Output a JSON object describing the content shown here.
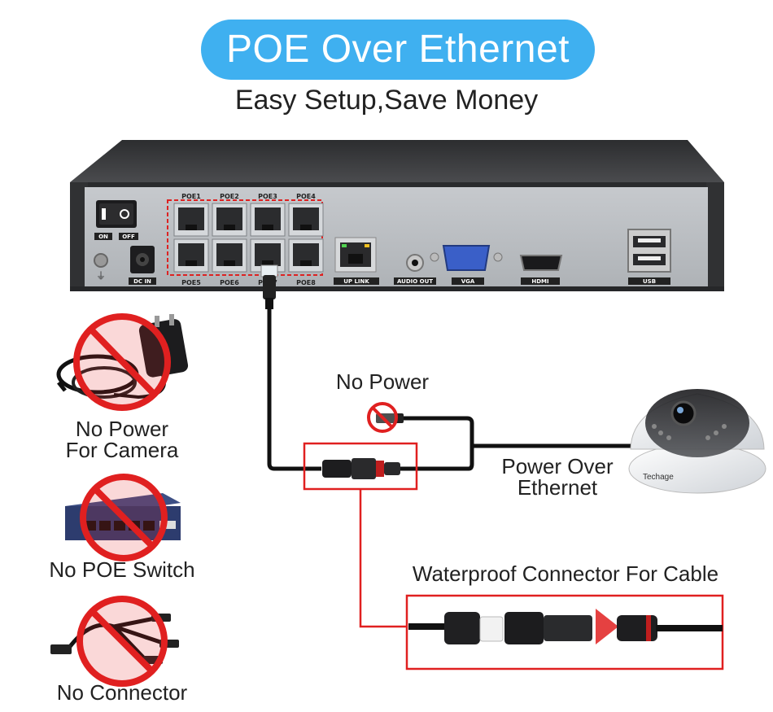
{
  "header": {
    "title": "POE Over Ethernet",
    "subtitle": "Easy Setup,Save Money"
  },
  "nvr": {
    "power_on": "ON",
    "power_off": "OFF",
    "dc_in": "DC IN",
    "ports_top": [
      "POE1",
      "POE2",
      "POE3",
      "POE4"
    ],
    "ports_bottom": [
      "POE5",
      "POE6",
      "POE7",
      "POE8"
    ],
    "uplink": "UP LINK",
    "audio_out": "AUDIO OUT",
    "vga": "VGA",
    "hdmi": "HDMI",
    "usb": "USB"
  },
  "labels": {
    "no_power_camera_line1": "No Power",
    "no_power_camera_line2": "For Camera",
    "no_poe_switch": "No POE Switch",
    "no_connector": "No Connector",
    "no_power": "No Power",
    "poe_line1": "Power Over",
    "poe_line2": "Ethernet",
    "waterproof": "Waterproof Connector For Cable",
    "camera_brand": "Techage"
  },
  "colors": {
    "accent": "#3fb0f0",
    "highlight_red": "#e02020",
    "nvr_body": "#3a3b3d",
    "nvr_panel": "#b9bdc1"
  },
  "icons": [
    "no-power-adapter-icon",
    "no-poe-switch-icon",
    "no-connector-icon",
    "no-power-icon",
    "dome-camera-icon"
  ]
}
